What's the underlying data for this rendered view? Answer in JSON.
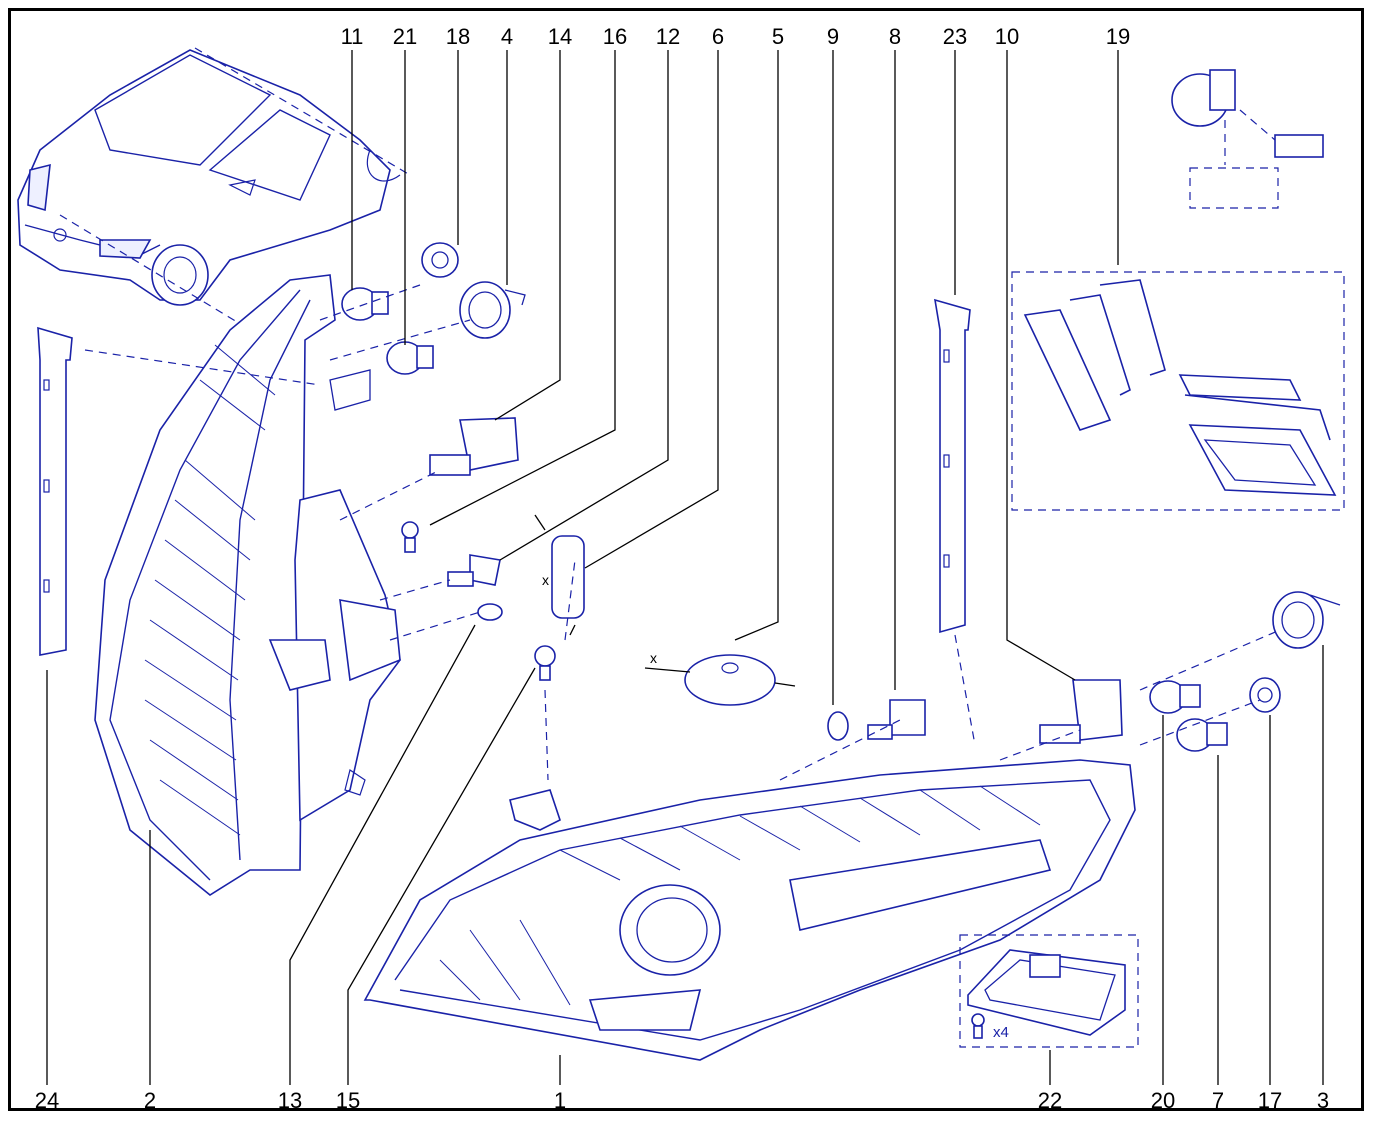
{
  "callouts": {
    "top": [
      "11",
      "21",
      "18",
      "4",
      "14",
      "16",
      "12",
      "6",
      "5",
      "9",
      "8",
      "23",
      "10",
      "19"
    ],
    "bottom": [
      "24",
      "2",
      "13",
      "15",
      "1",
      "22",
      "20",
      "7",
      "17",
      "3"
    ]
  },
  "annotations": {
    "x_marker_6": "x",
    "x_marker_5": "x",
    "quantity_22": "x4"
  },
  "colors": {
    "line": "#1a22a8",
    "frame": "#000000",
    "background": "#ffffff"
  }
}
